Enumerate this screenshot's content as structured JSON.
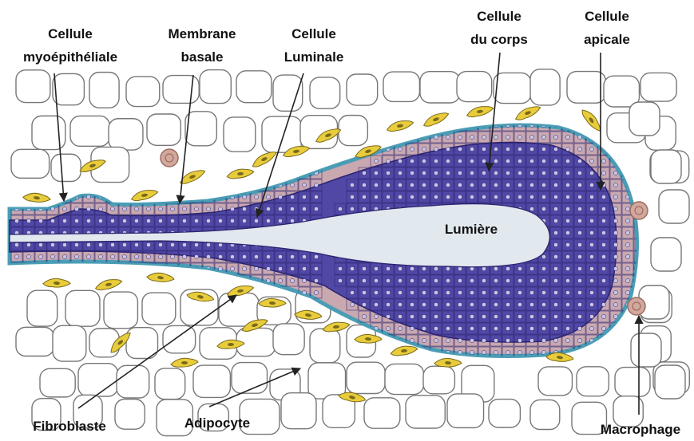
{
  "labels": {
    "cellule_myoepitheliale": [
      "Cellule",
      "myoépithéliale"
    ],
    "membrane_basale": [
      "Membrane",
      "basale"
    ],
    "cellule_luminale": [
      "Cellule",
      "Luminale"
    ],
    "cellule_du_corps": [
      "Cellule",
      "du corps"
    ],
    "cellule_apicale": [
      "Cellule",
      "apicale"
    ],
    "lumiere": "Lumière",
    "fibroblaste": "Fibroblaste",
    "adipocyte": "Adipocyte",
    "macrophage": "Macrophage"
  },
  "colors": {
    "luminal_cell": "#5148a6",
    "luminal_cell_border": "#2b2470",
    "myoepithelial_cell": "#c9a8b0",
    "basement_membrane": "#4a9db5",
    "lumen": "#e1e8ee",
    "fibroblast": "#e8cc3c",
    "macrophage": "#d3a89c",
    "adipocyte_outline": "#777777",
    "pointer": "#222222"
  }
}
